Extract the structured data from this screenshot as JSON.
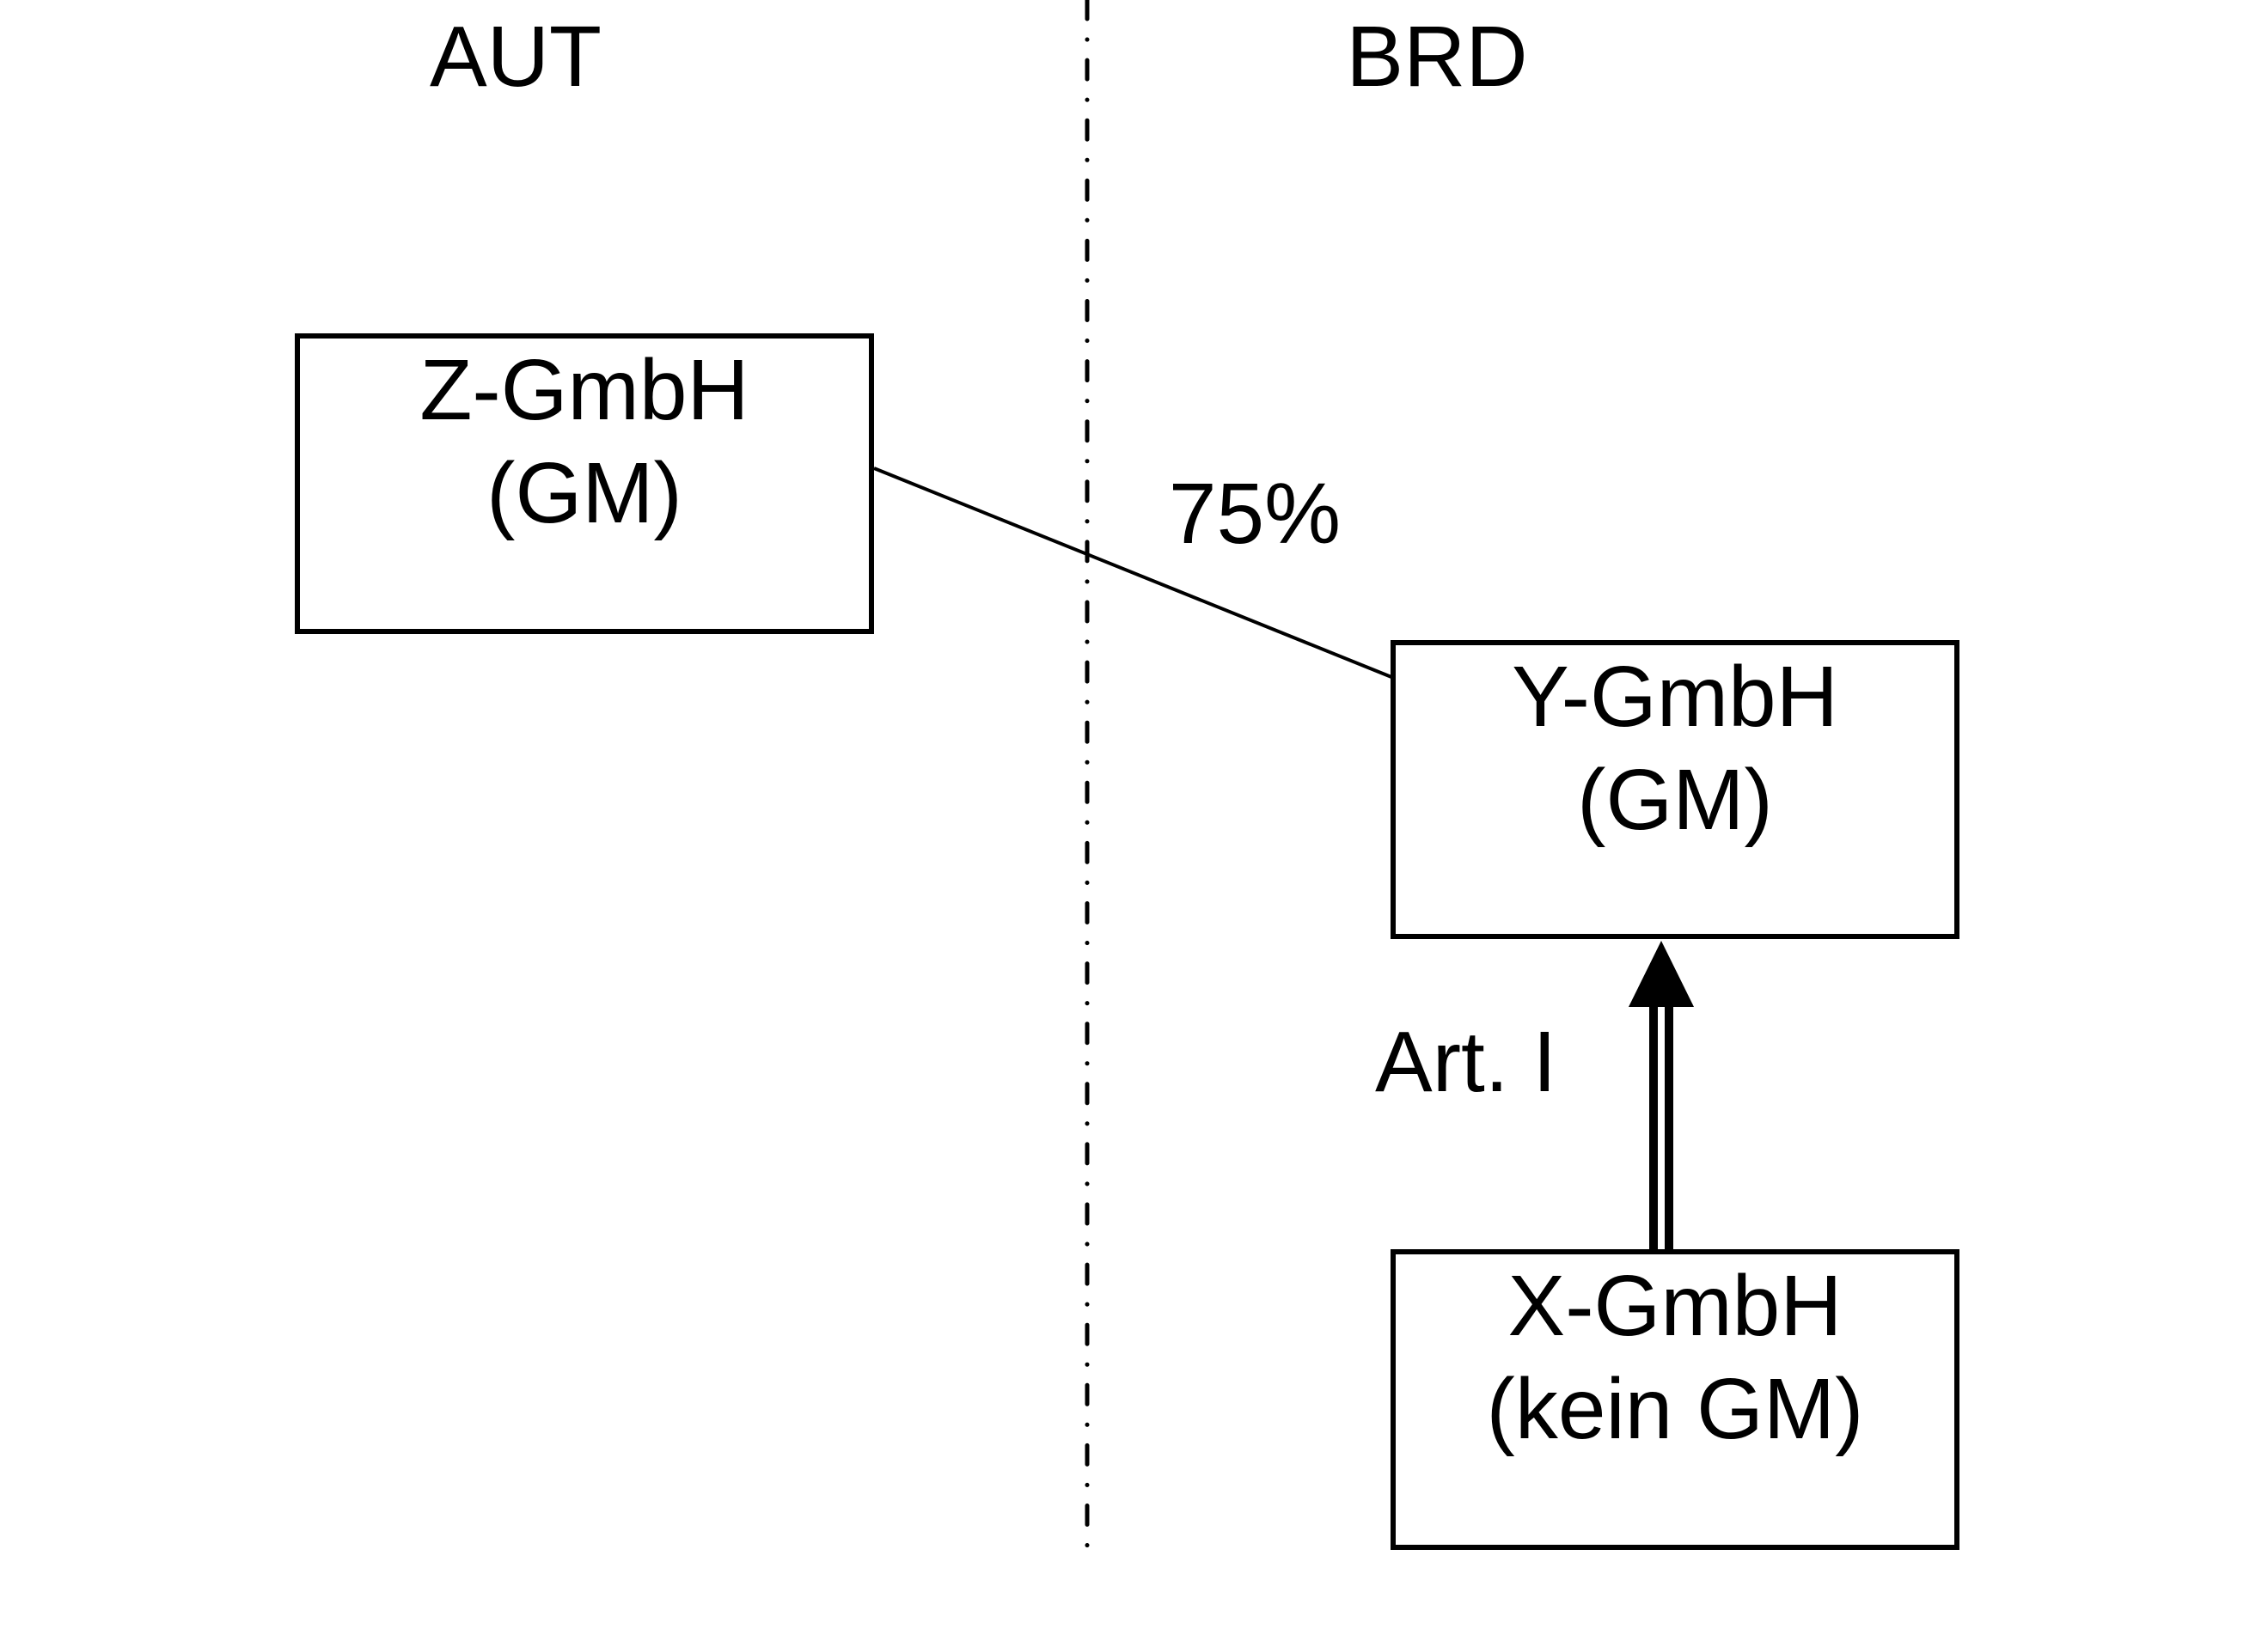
{
  "colors": {
    "ink": "#000000",
    "background": "#ffffff"
  },
  "regions": {
    "left": "AUT",
    "right": "BRD"
  },
  "companies": {
    "z": {
      "name": "Z-GmbH",
      "status": "(GM)"
    },
    "y": {
      "name": "Y-GmbH",
      "status": "(GM)"
    },
    "x": {
      "name": "X-GmbH",
      "status": "(kein GM)"
    }
  },
  "relations": {
    "ownership": {
      "label": "75%"
    },
    "contribution": {
      "label": "Art. I"
    }
  }
}
